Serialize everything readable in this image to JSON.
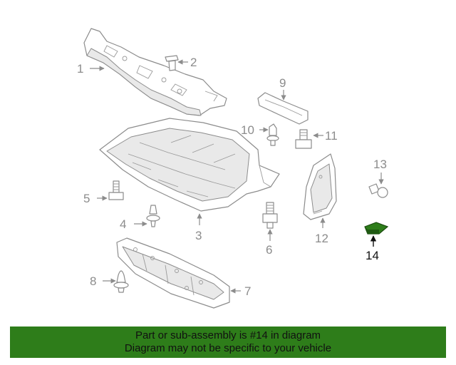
{
  "diagram": {
    "callouts": [
      "1",
      "2",
      "3",
      "4",
      "5",
      "6",
      "7",
      "8",
      "9",
      "10",
      "11",
      "12",
      "13",
      "14"
    ],
    "highlight_color": "#2e7d1a",
    "line_color": "#8c8c8c"
  },
  "banner": {
    "line1": "Part or sub-assembly is #14 in diagram",
    "line2": "Diagram may not be specific to your vehicle",
    "background": "#2e7d1a"
  }
}
